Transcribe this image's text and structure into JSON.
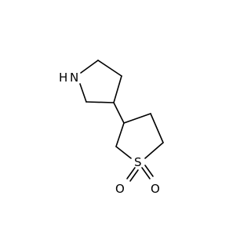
{
  "molecule": {
    "atoms": [
      {
        "id": "N1",
        "label": "N"
      },
      {
        "id": "H1",
        "label": "H"
      },
      {
        "id": "S1",
        "label": "S"
      },
      {
        "id": "O1",
        "label": "O"
      },
      {
        "id": "O2",
        "label": "O"
      }
    ],
    "bond_color": "#000000",
    "sulfur_color": "#cccc00",
    "oxygen_color": "#ff0000",
    "nitrogen_color": "#0000ff"
  }
}
